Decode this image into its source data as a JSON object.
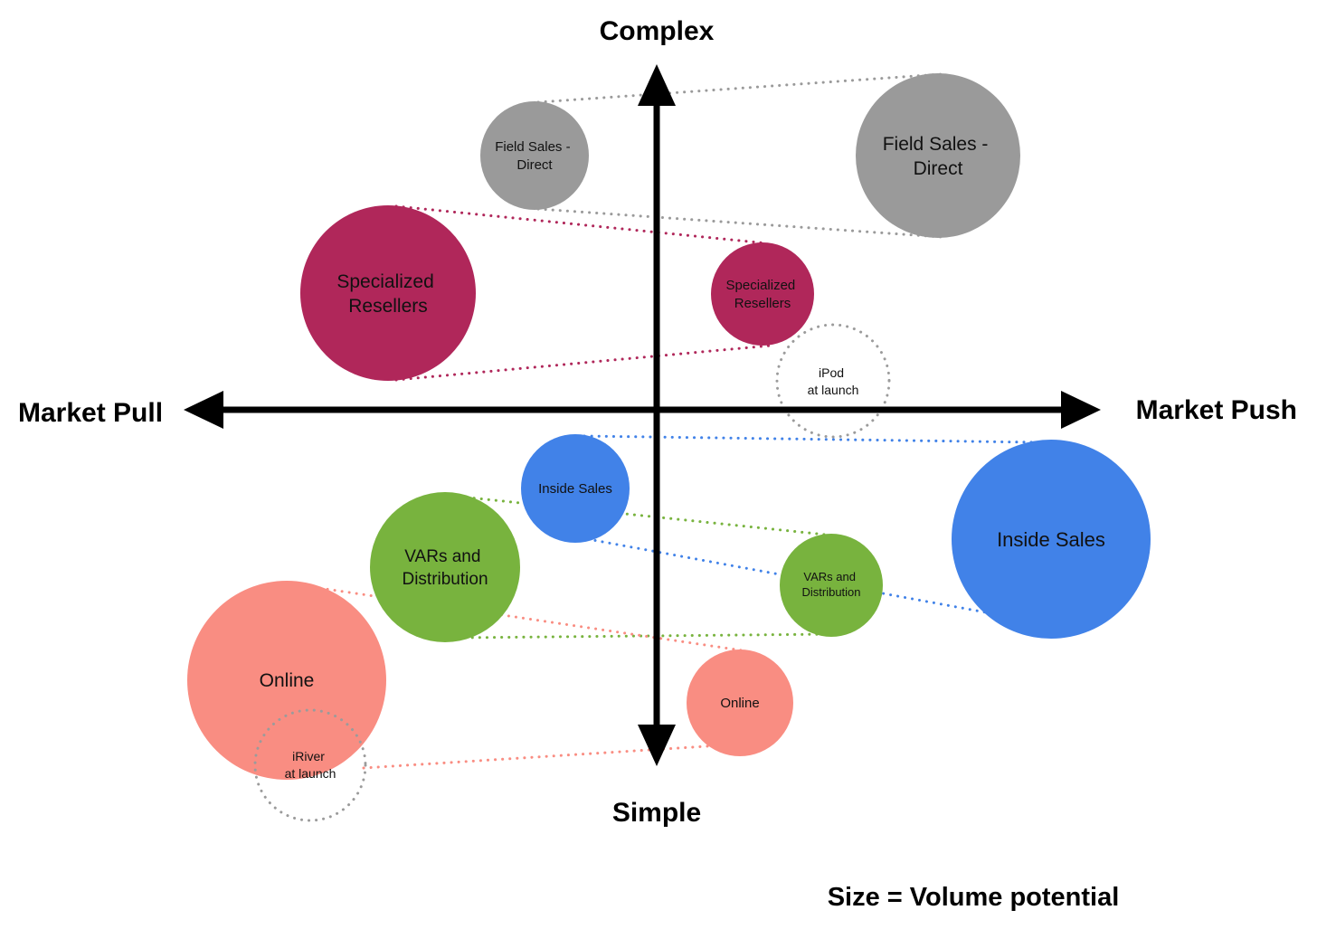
{
  "axes": {
    "top_label": "Complex",
    "bottom_label": "Simple",
    "left_label": "Market Pull",
    "right_label": "Market Push"
  },
  "legend": {
    "text": "Size = Volume potential"
  },
  "colors": {
    "field_sales": "#9a9a9a",
    "specialized_resellers": "#b0275a",
    "inside_sales": "#4182e8",
    "vars_distribution": "#78b33e",
    "online": "#f98d82",
    "annotation": "#9b9b9b",
    "axis": "#000000"
  },
  "bubbles": {
    "field_sales_pull": {
      "line1": "Field Sales -",
      "line2": "Direct"
    },
    "field_sales_push": {
      "line1": "Field Sales -",
      "line2": "Direct"
    },
    "specialized_resellers_pull": {
      "line1": "Specialized",
      "line2": "Resellers"
    },
    "specialized_resellers_push": {
      "line1": "Specialized",
      "line2": "Resellers"
    },
    "inside_sales_pull": {
      "line1": "Inside Sales"
    },
    "inside_sales_push": {
      "line1": "Inside Sales"
    },
    "vars_pull": {
      "line1": "VARs and",
      "line2": "Distribution"
    },
    "vars_push": {
      "line1": "VARs and",
      "line2": "Distribution"
    },
    "online_pull": {
      "line1": "Online"
    },
    "online_push": {
      "line1": "Online"
    },
    "ipod": {
      "line1": "iPod",
      "line2": "at launch"
    },
    "iriver": {
      "line1": "iRiver",
      "line2": "at launch"
    }
  }
}
